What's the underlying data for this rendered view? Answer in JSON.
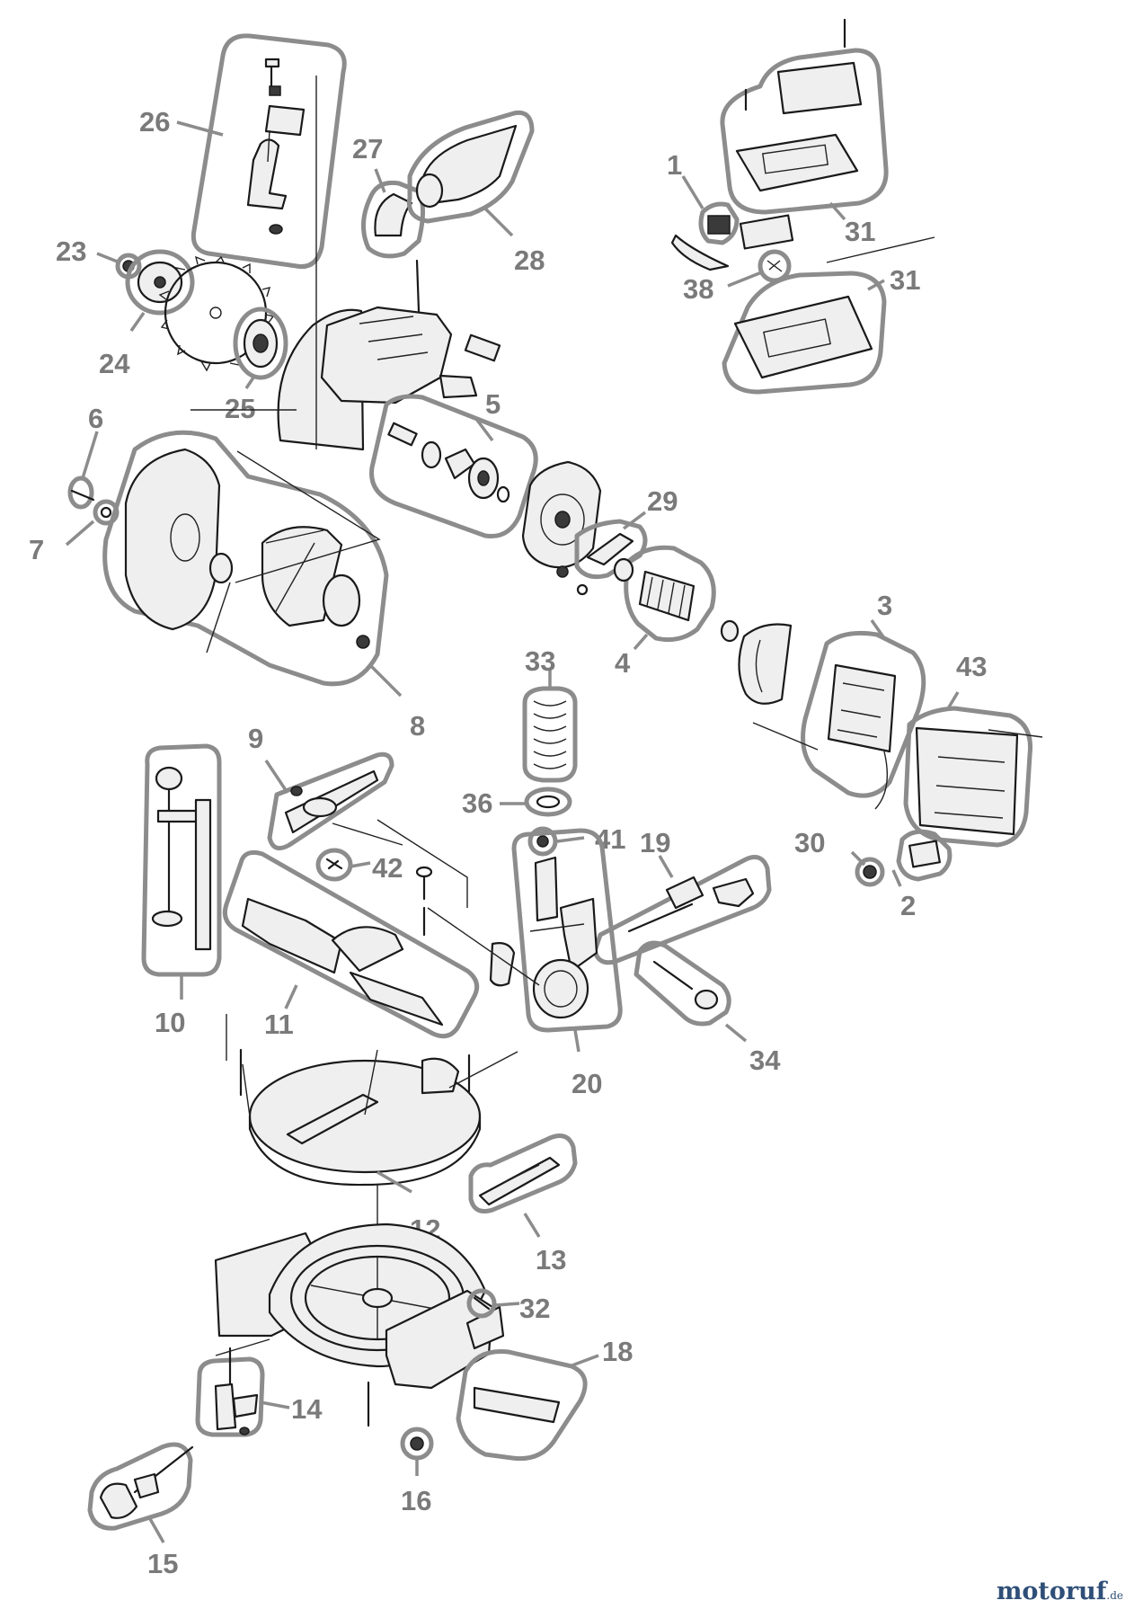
{
  "callouts": {
    "n1": "1",
    "n2": "2",
    "n3": "3",
    "n4": "4",
    "n5": "5",
    "n6": "6",
    "n7": "7",
    "n8": "8",
    "n9": "9",
    "n10": "10",
    "n11": "11",
    "n12": "12",
    "n13": "13",
    "n14": "14",
    "n15": "15",
    "n16": "16",
    "n18": "18",
    "n19": "19",
    "n20": "20",
    "n23": "23",
    "n24": "24",
    "n25": "25",
    "n26": "26",
    "n27": "27",
    "n28": "28",
    "n29": "29",
    "n30": "30",
    "n31a": "31",
    "n31b": "31",
    "n32": "32",
    "n33": "33",
    "n34": "34",
    "n36": "36",
    "n38": "38",
    "n41": "41",
    "n42": "42",
    "n43": "43"
  },
  "brand": {
    "name": "motoruf",
    "suffix": ".de"
  },
  "colors": {
    "callout": "#7a7a7a",
    "group_outline": "#8c8c8c",
    "line_art": "#1a1a1a",
    "brand": "#2f4f78"
  }
}
